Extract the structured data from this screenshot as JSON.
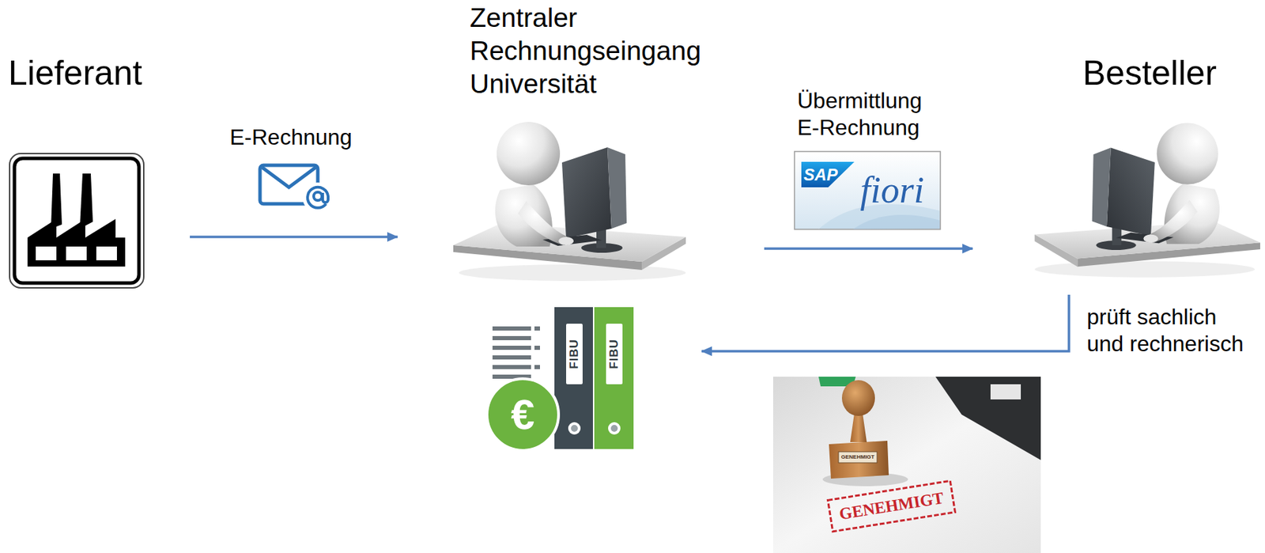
{
  "diagram": {
    "nodes": [
      {
        "text": [
          "Lieferant"
        ]
      },
      {
        "text": [
          "Zentraler Rechnungseingang Universität"
        ]
      },
      {
        "text": [
          "Besteller"
        ]
      }
    ],
    "edges": [
      {
        "from": 0,
        "to": 1,
        "label": "E-Rechnung",
        "arrow": "to"
      },
      {
        "from": 1,
        "to": 2,
        "label": "Übermittlung E-Rechnung",
        "arrow": "to"
      },
      {
        "from": 2,
        "to": 1,
        "label": "prüft sachlich und rechnerisch",
        "arrow": "to"
      }
    ],
    "labels": [
      "SAP",
      "fiori",
      "FIBU",
      "FIBU",
      "€",
      "GENEHMIGT",
      "GENEHMIGT"
    ]
  }
}
